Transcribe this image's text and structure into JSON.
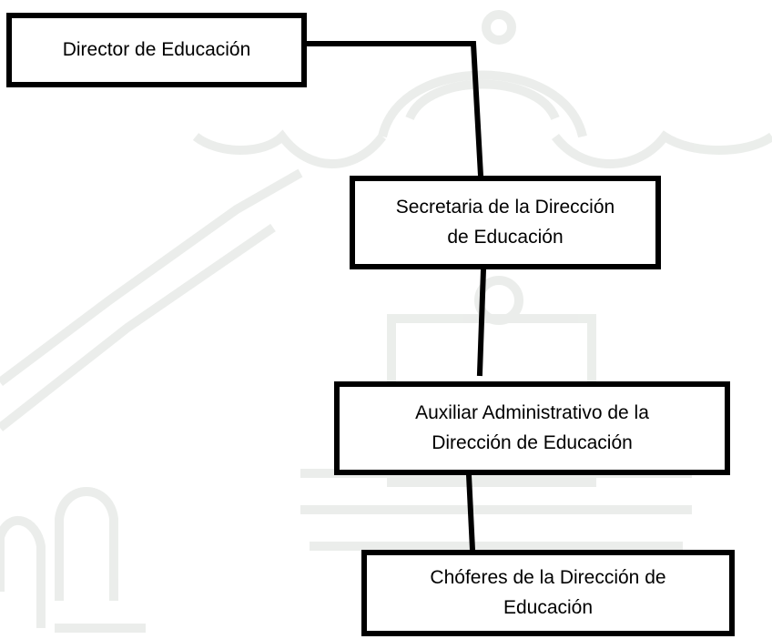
{
  "diagram": {
    "nodes": [
      {
        "id": "director",
        "label": "Director de Educación"
      },
      {
        "id": "secretaria",
        "label": "Secretaria de la Dirección\nde Educación"
      },
      {
        "id": "auxiliar",
        "label": "Auxiliar Administrativo de la\nDirección de Educación"
      },
      {
        "id": "choferes",
        "label": "Chóferes de la Dirección de\nEducación"
      }
    ],
    "edges": [
      {
        "from": "director",
        "to": "secretaria"
      },
      {
        "from": "secretaria",
        "to": "auxiliar"
      },
      {
        "from": "auxiliar",
        "to": "choferes"
      }
    ]
  },
  "colors": {
    "line": "#000000",
    "background": "#ffffff",
    "watermark": "#e9ece9"
  }
}
